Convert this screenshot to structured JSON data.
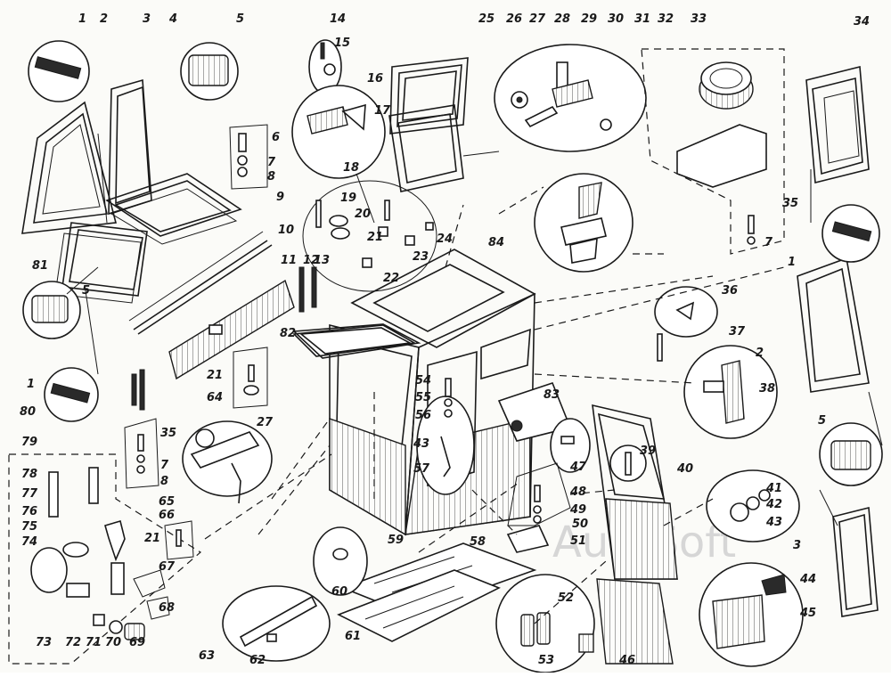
{
  "labels": [
    "1",
    "2",
    "3",
    "4",
    "5",
    "14",
    "15",
    "16",
    "17",
    "25",
    "26",
    "27",
    "28",
    "29",
    "30",
    "31",
    "32",
    "33",
    "34",
    "6",
    "7",
    "8",
    "9",
    "10",
    "11",
    "12",
    "13",
    "18",
    "19",
    "20",
    "21",
    "24",
    "23",
    "22",
    "84",
    "35",
    "7",
    "1",
    "81",
    "5",
    "82",
    "83",
    "36",
    "37",
    "2",
    "38",
    "1",
    "80",
    "21",
    "64",
    "35",
    "7",
    "8",
    "27",
    "65",
    "66",
    "54",
    "55",
    "56",
    "43",
    "57",
    "47",
    "5",
    "39",
    "40",
    "79",
    "78",
    "77",
    "76",
    "75",
    "74",
    "73",
    "72",
    "71",
    "70",
    "69",
    "68",
    "67",
    "21",
    "59",
    "48",
    "49",
    "50",
    "51",
    "41",
    "42",
    "43",
    "3",
    "44",
    "45",
    "58",
    "60",
    "61",
    "62",
    "63",
    "52",
    "53",
    "46"
  ],
  "watermark": "AutoSoft",
  "icons": [
    "window-glass",
    "seal-profile",
    "cab-body",
    "seat-cushion",
    "lever-knob",
    "hinge-bracket",
    "door-lock",
    "ventilation-fan",
    "floor-mat",
    "handle-bolt"
  ]
}
